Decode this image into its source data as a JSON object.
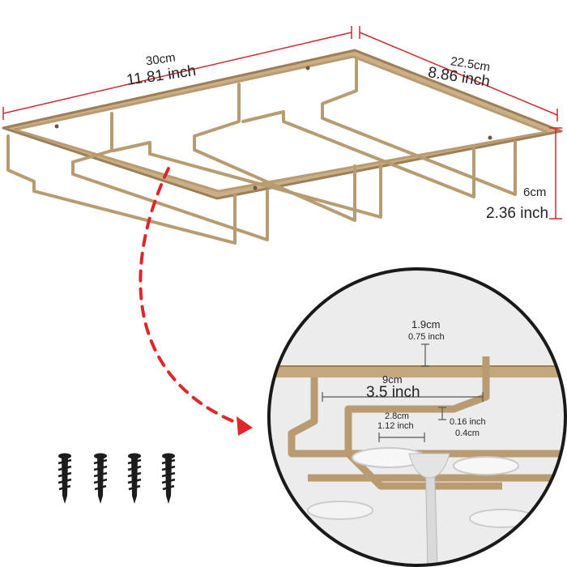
{
  "dimensions": {
    "width_cm": "30cm",
    "width_inch": "11.81 inch",
    "depth_cm": "22.5cm",
    "depth_inch": "8.86 inch",
    "height_cm": "6cm",
    "height_inch": "2.36 inch"
  },
  "detail": {
    "rail_cm": "1.9cm",
    "rail_inch": "0.75 inch",
    "slot_cm": "9cm",
    "slot_inch": "3.5 inch",
    "gap_cm": "2.8cm",
    "gap_inch": "1.12 inch",
    "wire_inch": "0.16 inch",
    "wire_cm": "0.4cm"
  },
  "colors": {
    "metal": "#b99b72",
    "metal_dark": "#8f744f",
    "dimension_line": "#d8262b",
    "arrow": "#e0262b",
    "screw": "#1c1c1c"
  },
  "screws": {
    "count": 4
  }
}
